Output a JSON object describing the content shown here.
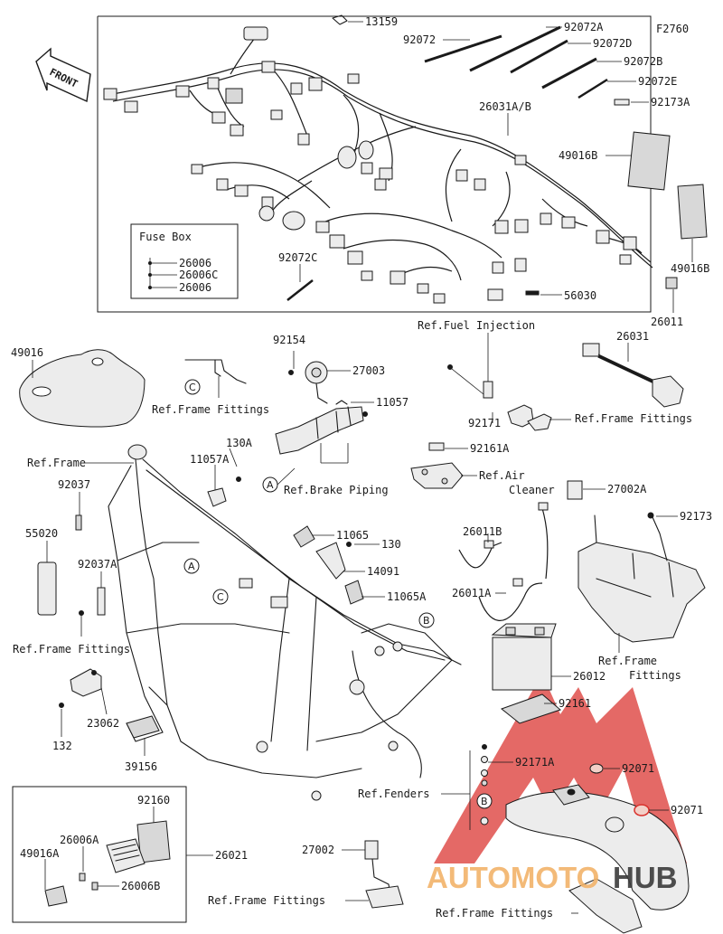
{
  "figure_code": "F2760",
  "front_label": "FRONT",
  "fuse_box": {
    "title": "Fuse Box",
    "items": [
      "26006",
      "26006C",
      "26006"
    ]
  },
  "circle_markers": [
    "A",
    "B",
    "C"
  ],
  "labels": {
    "p13159": "13159",
    "p92072": "92072",
    "p92072A": "92072A",
    "p92072D": "92072D",
    "p92072B": "92072B",
    "p92072E": "92072E",
    "p92173A": "92173A",
    "p26031AB": "26031A/B",
    "p49016B_top": "49016B",
    "p49016B_side": "49016B",
    "p92072C": "92072C",
    "p56030": "56030",
    "p26011": "26011",
    "p49016": "49016",
    "refFrameFittings1": "Ref.Frame Fittings",
    "p92154": "92154",
    "p27003": "27003",
    "p11057": "11057",
    "refFuelInjection": "Ref.Fuel Injection",
    "p92171": "92171",
    "refFrameFittings2": "Ref.Frame Fittings",
    "p26031": "26031",
    "p92161A": "92161A",
    "refAirCleaner1": "Ref.Air",
    "refAirCleaner2": "Cleaner",
    "p27002A": "27002A",
    "p92173": "92173",
    "refFrame": "Ref.Frame",
    "p130A": "130A",
    "p11057A": "11057A",
    "refBrakePiping": "Ref.Brake Piping",
    "p92037": "92037",
    "p55020": "55020",
    "p92037A": "92037A",
    "refFrameFittings3": "Ref.Frame Fittings",
    "p11065": "11065",
    "p130": "130",
    "p14091": "14091",
    "p11065A": "11065A",
    "p26011B": "26011B",
    "p26011A": "26011A",
    "refFrameFittings4a": "Ref.Frame",
    "refFrameFittings4b": "Fittings",
    "p26012": "26012",
    "p92161": "92161",
    "p23062": "23062",
    "p132": "132",
    "p39156": "39156",
    "p92171A": "92171A",
    "p92071a": "92071",
    "refFenders": "Ref.Fenders",
    "p92071b": "92071",
    "p92160": "92160",
    "p26006A": "26006A",
    "p49016A": "49016A",
    "p26006B": "26006B",
    "p26021": "26021",
    "p27002": "27002",
    "refFrameFittings5": "Ref.Frame Fittings",
    "refFrameFittings6": "Ref.Frame Fittings"
  },
  "watermark": {
    "part1": "AUTOMOTO",
    "part2": "HUB",
    "color_triangle": "#d9302b",
    "color_text_light": "#f2b36a",
    "color_text_dark": "#3b3b3b"
  }
}
